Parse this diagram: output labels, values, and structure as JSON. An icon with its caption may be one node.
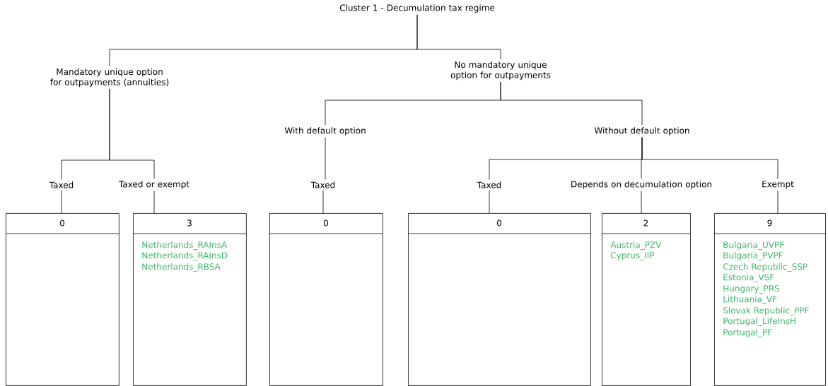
{
  "diagram": {
    "nodes": [
      {
        "text": [
          "Cluster 1 - Decumulation tax regime"
        ]
      },
      {
        "text": [
          "Mandatory unique option for outpayments (annuities)"
        ]
      },
      {
        "text": [
          "No mandatory unique option for outpayments"
        ]
      },
      {
        "text": [
          "With default option"
        ]
      },
      {
        "text": [
          "Without default option"
        ]
      },
      {
        "text": [
          "Taxed"
        ]
      },
      {
        "text": [
          "Taxed or exempt"
        ]
      },
      {
        "text": [
          "Taxed"
        ]
      },
      {
        "text": [
          "Taxed"
        ]
      },
      {
        "text": [
          "Depends on decumulation option"
        ]
      },
      {
        "text": [
          "Exempt"
        ]
      },
      {
        "text": [
          "0"
        ]
      },
      {
        "text": [
          "3",
          "Netherlands_RAInsA",
          "Netherlands_RAInsD",
          "Netherlands_RBSA"
        ]
      },
      {
        "text": [
          "0"
        ]
      },
      {
        "text": [
          "0"
        ]
      },
      {
        "text": [
          "2",
          "Austria_PZV",
          "Cyprus_IIP"
        ]
      },
      {
        "text": [
          "9",
          "Bulgaria_UVPF",
          "Bulgaria_PVPF",
          "Czech Republic_SSP",
          "Estonia_VSF",
          "Hungary_PRS",
          "Lithuania_VF",
          "Slovak Republic_PPF",
          "Portugal_LifeInsH",
          "Portugal_PF"
        ]
      }
    ],
    "edges": [
      {
        "from": 0,
        "to": 1,
        "arrow": "none"
      },
      {
        "from": 0,
        "to": 2,
        "arrow": "none"
      },
      {
        "from": 1,
        "to": 5,
        "arrow": "none"
      },
      {
        "from": 1,
        "to": 6,
        "arrow": "none"
      },
      {
        "from": 2,
        "to": 3,
        "arrow": "none"
      },
      {
        "from": 2,
        "to": 4,
        "arrow": "none"
      },
      {
        "from": 3,
        "to": 7,
        "arrow": "none"
      },
      {
        "from": 4,
        "to": 8,
        "arrow": "none"
      },
      {
        "from": 4,
        "to": 9,
        "arrow": "none"
      },
      {
        "from": 4,
        "to": 10,
        "arrow": "none"
      },
      {
        "from": 5,
        "to": 11,
        "arrow": "none"
      },
      {
        "from": 6,
        "to": 12,
        "arrow": "none"
      },
      {
        "from": 7,
        "to": 13,
        "arrow": "none"
      },
      {
        "from": 8,
        "to": 14,
        "arrow": "none"
      },
      {
        "from": 9,
        "to": 15,
        "arrow": "none"
      },
      {
        "from": 10,
        "to": 16,
        "arrow": "none"
      }
    ]
  }
}
